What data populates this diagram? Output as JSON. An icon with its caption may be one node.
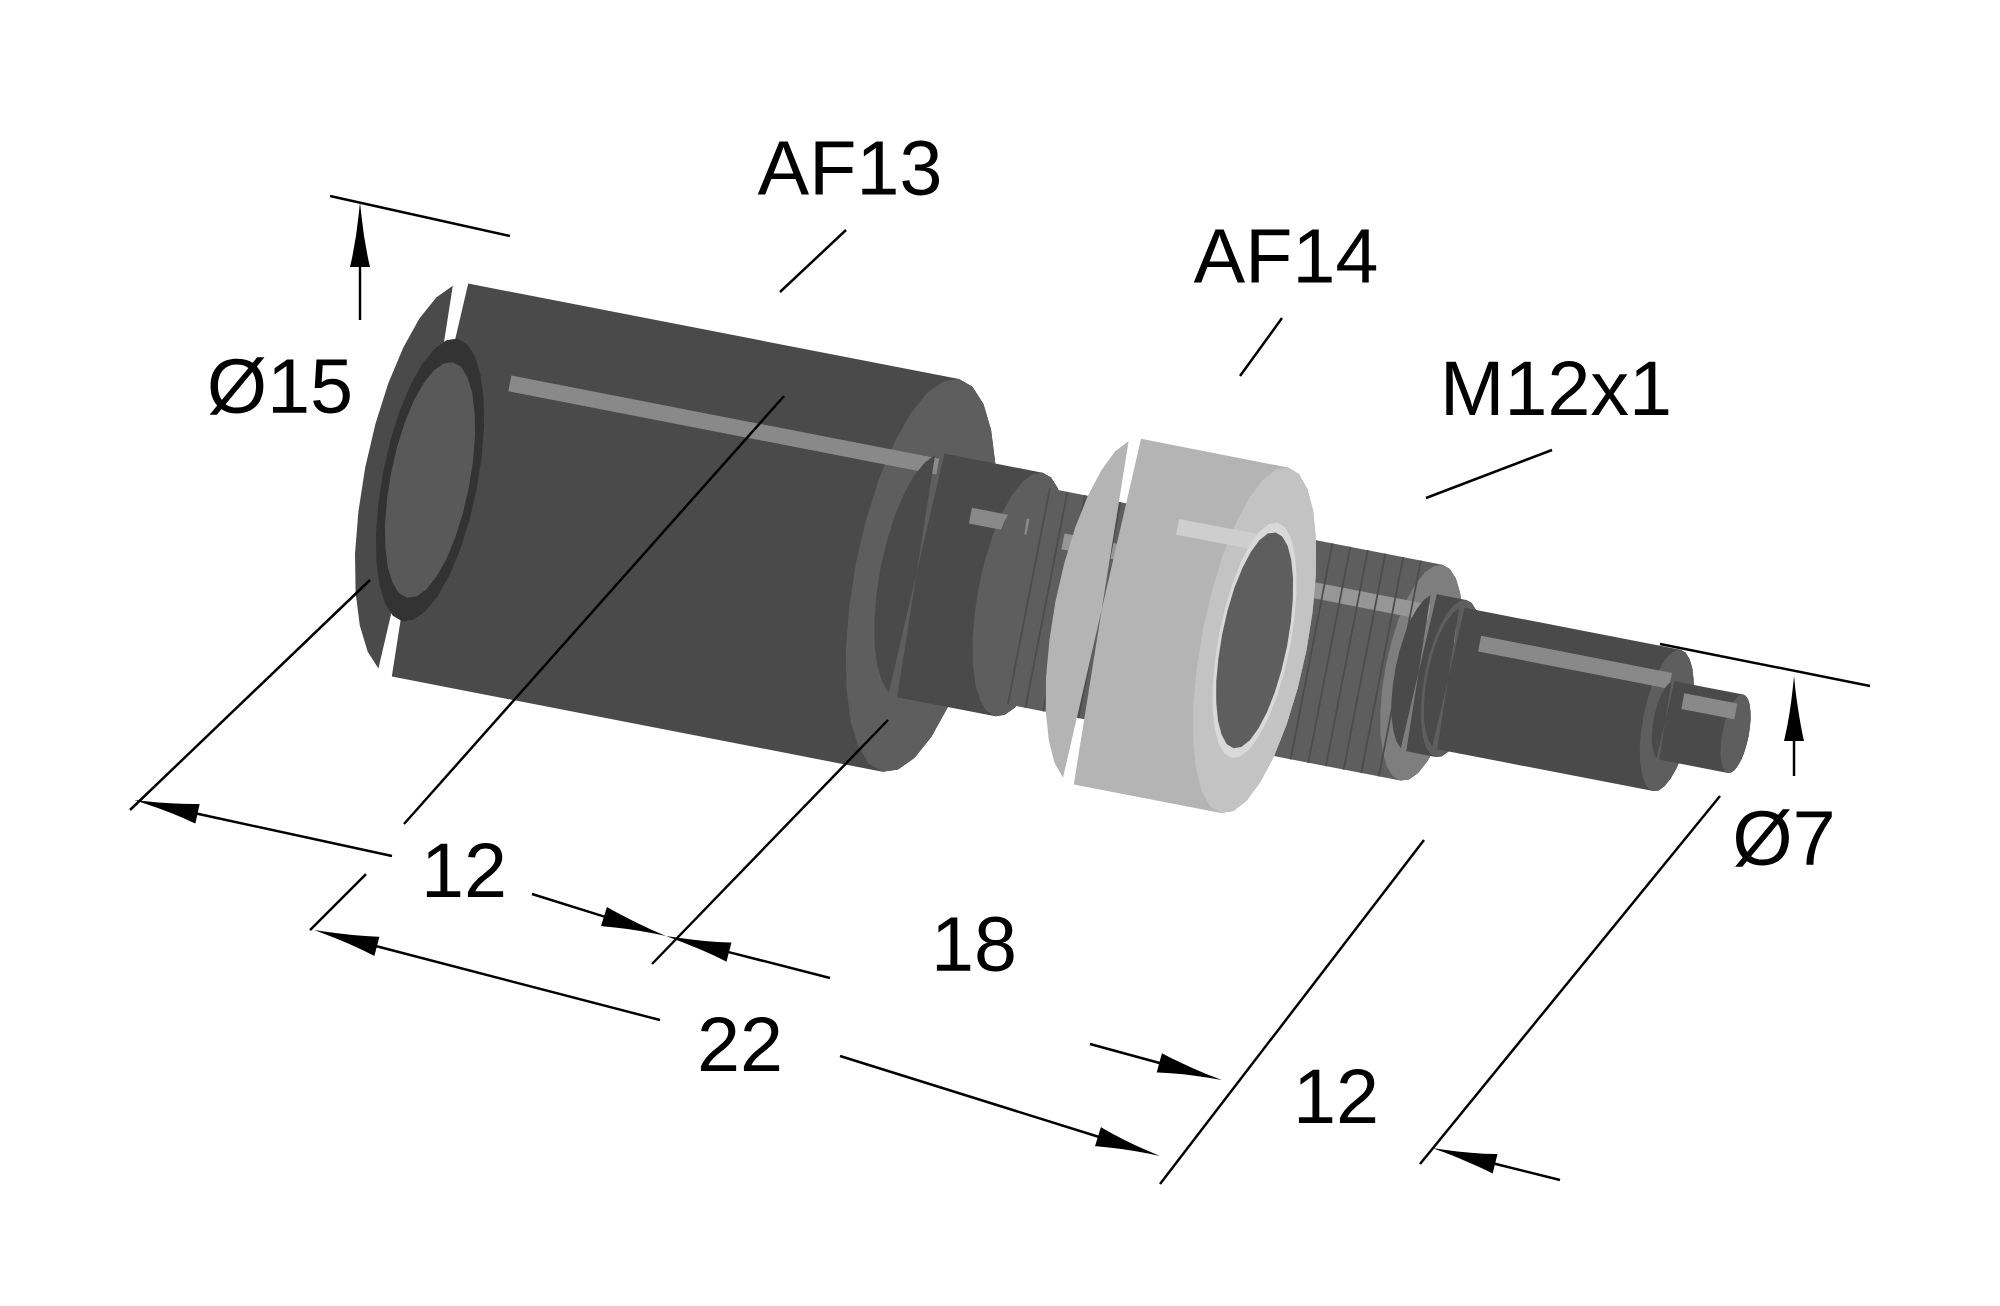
{
  "diagram": {
    "nodes": [
      {
        "text": [
          "AF13"
        ]
      },
      {
        "text": [
          "AF14"
        ]
      },
      {
        "text": [
          "M12x1"
        ]
      }
    ],
    "edges": [
      {
        "from": 0,
        "to": null,
        "arrow": "none"
      },
      {
        "from": 1,
        "to": null,
        "arrow": "none"
      },
      {
        "from": 2,
        "to": null,
        "arrow": "none"
      }
    ],
    "labels": [
      "Ø15",
      "Ø7",
      "12",
      "18",
      "22",
      "12"
    ]
  }
}
